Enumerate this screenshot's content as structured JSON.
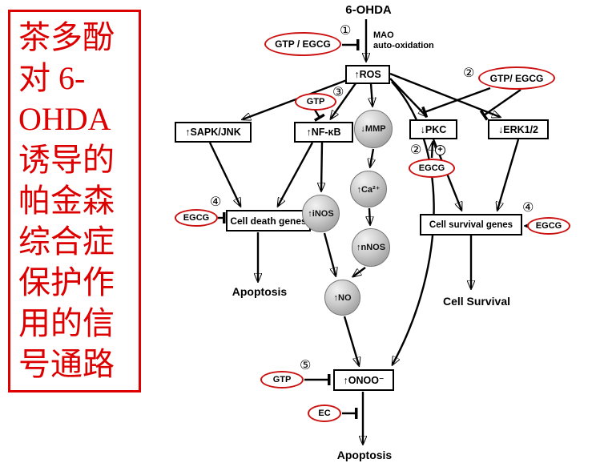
{
  "title": {
    "lines": [
      "茶多酚",
      "对 6-",
      "OHDA",
      "诱导的",
      "帕金森",
      "综合症",
      "保护作",
      "用的信",
      "号通路"
    ]
  },
  "diagram": {
    "six_ohda": "6-OHDA",
    "mao_line1": "MAO",
    "mao_line2": "auto-oxidation",
    "ros": "↑ROS",
    "sapk_jnk": "↑SAPK/JNK",
    "nfkb": "↑NF-κB",
    "mmp": "↓MMP",
    "pkc": "↓PKC",
    "erk": "↓ERK1/2",
    "ca": "↑Ca²⁺",
    "inos": "↑iNOS",
    "nnos": "↑nNOS",
    "no": "↑NO",
    "onoo": "↑ONOO⁻",
    "cell_death_genes": "Cell death genes",
    "cell_survival_genes": "Cell survival genes",
    "apoptosis_left": "Apoptosis",
    "apoptosis_bottom": "Apoptosis",
    "cell_survival": "Cell Survival"
  },
  "modulators": {
    "gtp_egcg_1": "GTP / EGCG",
    "gtp_egcg_2": "GTP/ EGCG",
    "gtp_3": "GTP",
    "egcg_pkc": "EGCG",
    "egcg_death": "EGCG",
    "egcg_survival": "EGCG",
    "gtp_5": "GTP",
    "ec": "EC"
  },
  "badges": {
    "n1": "①",
    "n2a": "②",
    "n2b": "②",
    "n3": "③",
    "n4a": "④",
    "n4b": "④",
    "n5": "⑤",
    "plus": "+"
  },
  "colors": {
    "accent_red": "#dd0000",
    "node_border": "#000000"
  }
}
